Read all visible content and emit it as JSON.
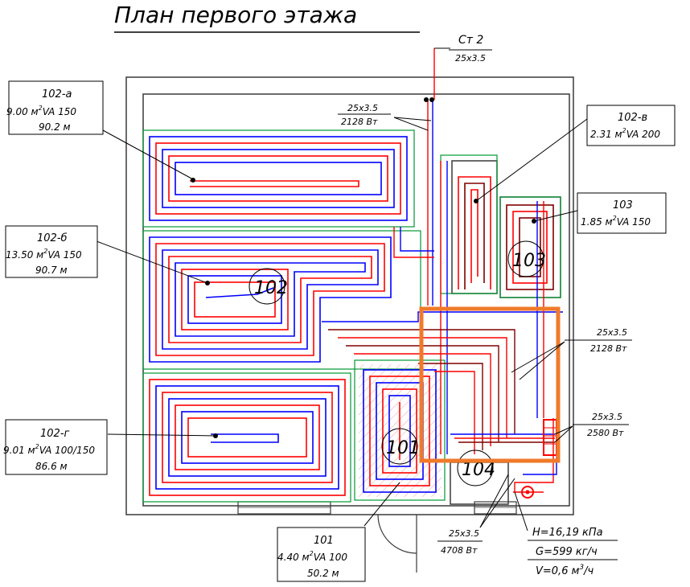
{
  "title": "План первого этажа",
  "riser": {
    "name": "Ст 2",
    "pipe": "25x3.5"
  },
  "collector_labels": [
    {
      "pipe": "25x3.5",
      "power": "2128 Вт"
    },
    {
      "pipe": "25x3.5",
      "power": "2128 Вт"
    },
    {
      "pipe": "25x3.5",
      "power": "2580 Вт"
    },
    {
      "pipe": "25x3.5",
      "power": "4708 Вт"
    }
  ],
  "rooms": {
    "r102a": {
      "name": "102-а",
      "area": "9.00 м",
      "sup": "2",
      "spec": "VA 150",
      "len": "90.2 м"
    },
    "r102b": {
      "name": "102-б",
      "area": "13.50 м",
      "sup": "2",
      "spec": "VA 150",
      "len": "90.7 м"
    },
    "r102v": {
      "name": "102-в",
      "area": "2.31 м",
      "sup": "2",
      "spec": "VA 200"
    },
    "r103": {
      "name": "103",
      "area": "1.85 м",
      "sup": "2",
      "spec": "VA 150"
    },
    "r102g": {
      "name": "102-г",
      "area": "9.01 м",
      "sup": "2",
      "spec": "VA 100/150",
      "len": "86.6 м"
    },
    "r101": {
      "name": "101",
      "area": "4.40 м",
      "sup": "2",
      "spec": "VA 100",
      "len": "50.2 м"
    }
  },
  "room_numbers": {
    "n102": "102",
    "n103": "103",
    "n101": "101",
    "n104": "104"
  },
  "pump": {
    "label": "Н=16,19 кПа",
    "flow_g": "G=599 кг/ч",
    "flow_v": "V=0,6 м",
    "v_sup": "3",
    "v_unit": "/ч"
  },
  "colors": {
    "supply": "#ff0000",
    "return": "#0000ff",
    "zone": "#009933",
    "highlight": "#f07a2a",
    "outline": "#3a3a3a",
    "hatch": "#f4a0a0"
  }
}
